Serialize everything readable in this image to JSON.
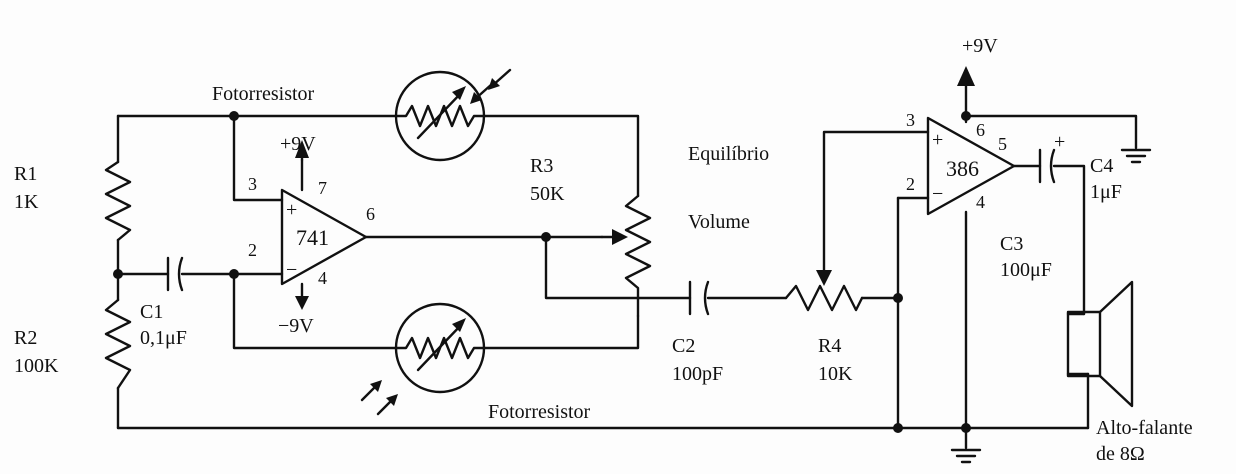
{
  "labels": {
    "fotorresistor_top": "Fotorresistor",
    "fotorresistor_bottom": "Fotorresistor",
    "equilibrio": "Equilíbrio",
    "volume": "Volume",
    "supply_pos_741": "+9V",
    "supply_neg_741": "−9V",
    "supply_386": "+9V",
    "speaker_line1": "Alto-falante",
    "speaker_line2": "de 8Ω"
  },
  "components": {
    "r1": {
      "name": "R1",
      "value": "1K"
    },
    "r2": {
      "name": "R2",
      "value": "100K"
    },
    "c1": {
      "name": "C1",
      "value": "0,1μF"
    },
    "r3": {
      "name": "R3",
      "value": "50K"
    },
    "c2": {
      "name": "C2",
      "value": "100pF"
    },
    "r4": {
      "name": "R4",
      "value": "10K"
    },
    "c3": {
      "name": "C3",
      "value": "100μF"
    },
    "c4": {
      "name": "C4",
      "value": "1μF"
    }
  },
  "opamp_741": {
    "name": "741",
    "pins": {
      "p3": "3",
      "p2": "2",
      "p7": "7",
      "p6": "6",
      "p4": "4"
    },
    "plus": "+",
    "minus": "−"
  },
  "amp_386": {
    "name": "386",
    "pins": {
      "p3": "3",
      "p2": "2",
      "p6": "6",
      "p5": "5",
      "p4": "4"
    },
    "plus": "+",
    "minus": "−"
  },
  "c4_polarity": "+"
}
